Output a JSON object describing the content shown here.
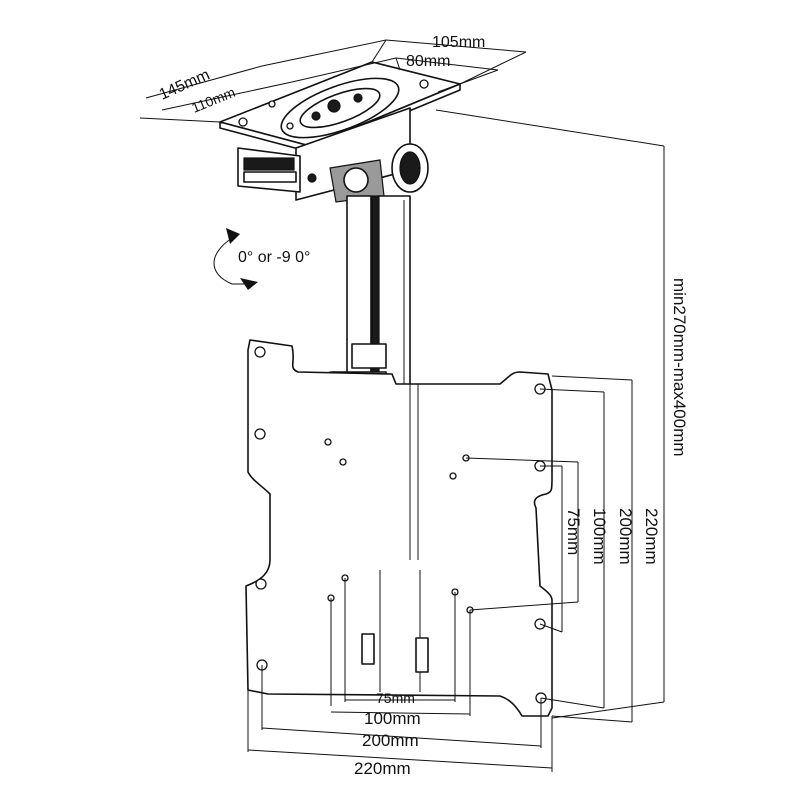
{
  "top_plate": {
    "width_outer": "105mm",
    "width_inner": "80mm",
    "depth_outer": "145mm",
    "depth_inner": "110mm"
  },
  "tilt": {
    "label": "0° or -9 0°"
  },
  "height_range": {
    "label": "min270mm-max400mm"
  },
  "vesa_vertical": {
    "d75": "75mm",
    "d100": "100mm",
    "d200": "200mm",
    "d220": "220mm"
  },
  "vesa_horizontal": {
    "d75": "75mm",
    "d100": "100mm",
    "d200": "200mm",
    "d220": "220mm"
  }
}
